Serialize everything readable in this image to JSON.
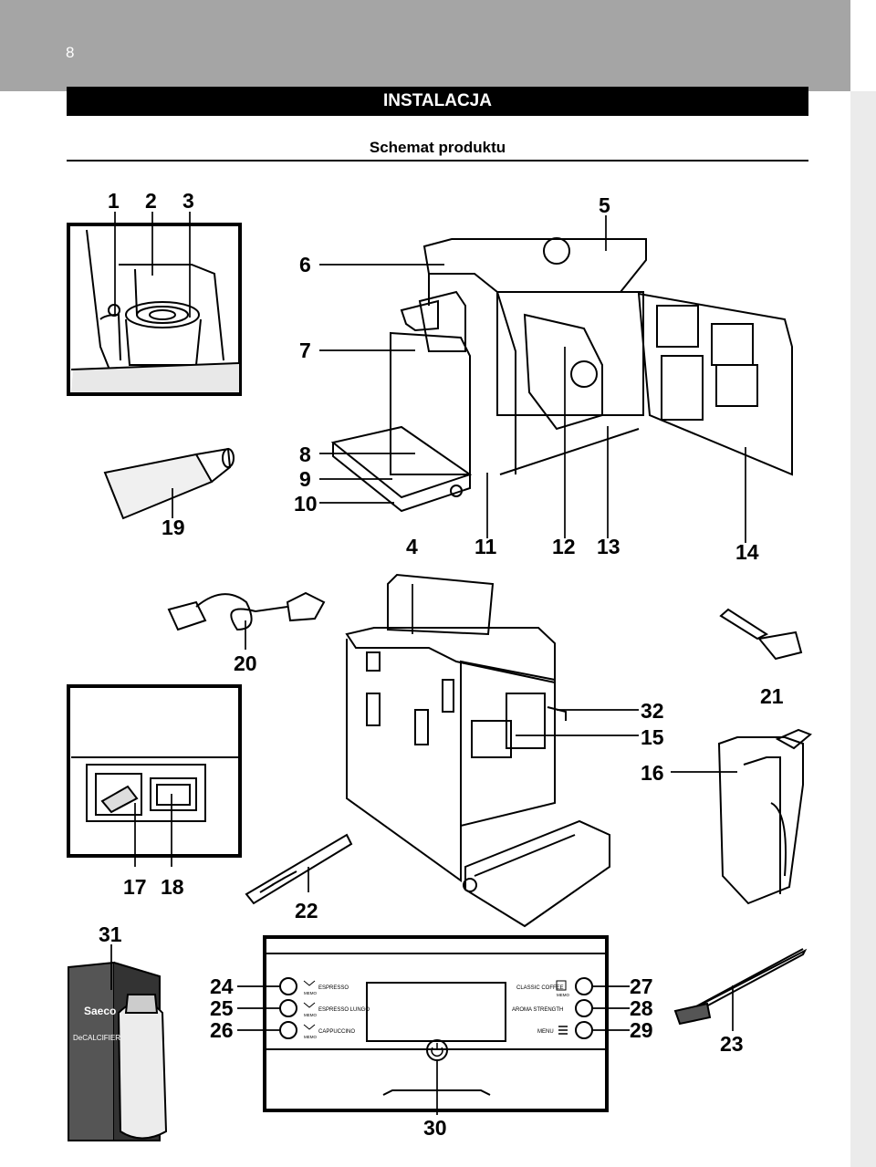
{
  "header": {
    "page_number": "8",
    "section_title": "INSTALACJA",
    "subtitle": "Schemat produktu"
  },
  "callouts": {
    "n1": "1",
    "n2": "2",
    "n3": "3",
    "n4": "4",
    "n5": "5",
    "n6": "6",
    "n7": "7",
    "n8": "8",
    "n9": "9",
    "n10": "10",
    "n11": "11",
    "n12": "12",
    "n13": "13",
    "n14": "14",
    "n15": "15",
    "n16": "16",
    "n17": "17",
    "n18": "18",
    "n19": "19",
    "n20": "20",
    "n21": "21",
    "n22": "22",
    "n23": "23",
    "n24": "24",
    "n25": "25",
    "n26": "26",
    "n27": "27",
    "n28": "28",
    "n29": "29",
    "n30": "30",
    "n31": "31",
    "n32": "32"
  },
  "panel": {
    "espresso": "ESPRESSO",
    "espresso_lungo": "ESPRESSO LUNGO",
    "cappuccino": "CAPPUCCINO",
    "classic_coffee": "CLASSIC COFFEE",
    "aroma_strength": "AROMA STRENGTH",
    "menu": "MENU",
    "memo": "MEMO"
  },
  "descaler": {
    "brand": "Saeco",
    "product": "DeCALCIFIER"
  }
}
